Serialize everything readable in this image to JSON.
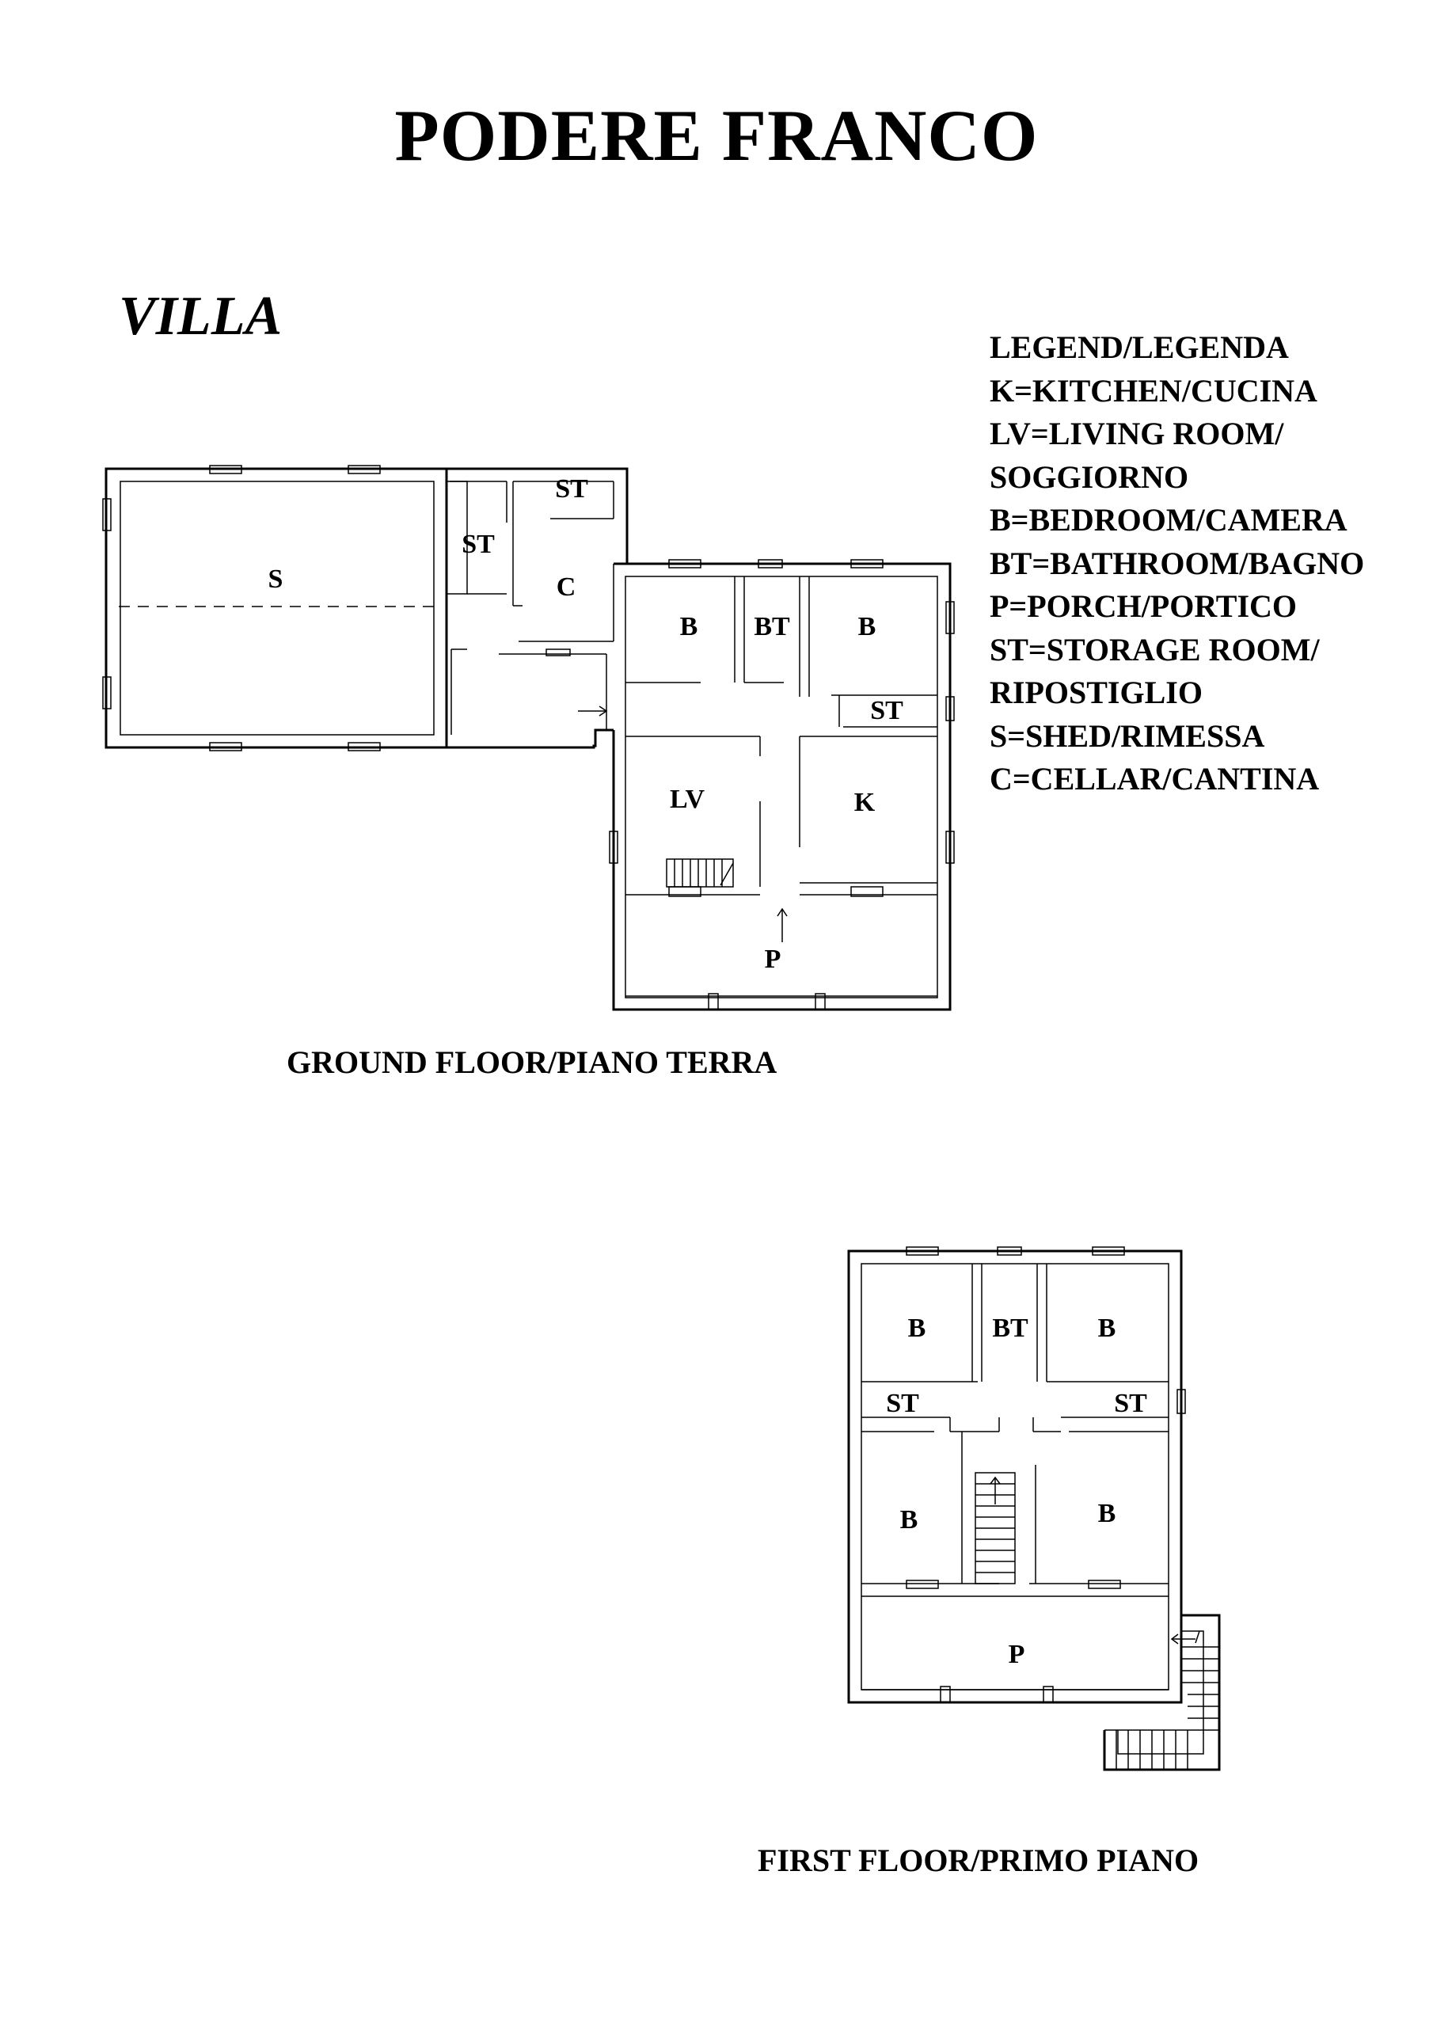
{
  "title": "PODERE FRANCO",
  "subtitle": "VILLA",
  "legend": {
    "lines": [
      "LEGEND/LEGENDA",
      "K=KITCHEN/CUCINA",
      "LV=LIVING ROOM/",
      "SOGGIORNO",
      "B=BEDROOM/CAMERA",
      "BT=BATHROOM/BAGNO",
      "P=PORCH/PORTICO",
      "ST=STORAGE ROOM/",
      "RIPOSTIGLIO",
      "S=SHED/RIMESSA",
      "C=CELLAR/CANTINA"
    ]
  },
  "ground_floor": {
    "caption": "GROUND FLOOR/PIANO TERRA",
    "rooms": {
      "shed": "S",
      "storage_1": "ST",
      "storage_2": "ST",
      "cellar": "C",
      "bedroom_1": "B",
      "bathroom": "BT",
      "bedroom_2": "B",
      "storage_3": "ST",
      "living": "LV",
      "kitchen": "K",
      "porch": "P"
    }
  },
  "first_floor": {
    "caption": "FIRST FLOOR/PRIMO PIANO",
    "rooms": {
      "bedroom_1": "B",
      "bathroom": "BT",
      "bedroom_2": "B",
      "storage_1": "ST",
      "storage_2": "ST",
      "bedroom_3": "B",
      "bedroom_4": "B",
      "porch": "P"
    }
  }
}
